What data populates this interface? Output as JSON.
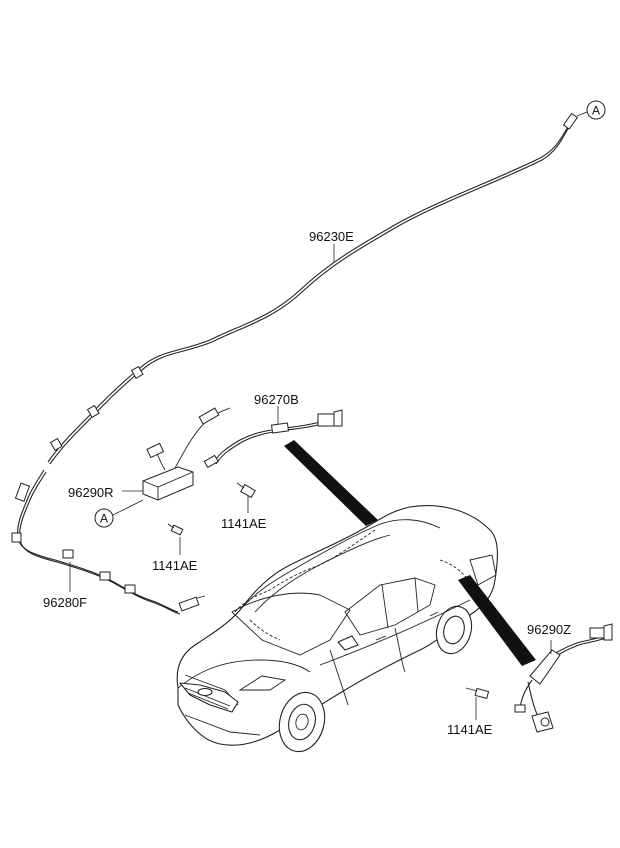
{
  "labels": {
    "roof_cable": "96230E",
    "front_cable": "96280F",
    "amp_r": "96290R",
    "extension": "96270B",
    "amp_z": "96290Z",
    "bolt_1": "1141AE",
    "bolt_2": "1141AE",
    "bolt_3": "1141AE"
  },
  "refs": {
    "top_a": "A",
    "left_a": "A"
  }
}
